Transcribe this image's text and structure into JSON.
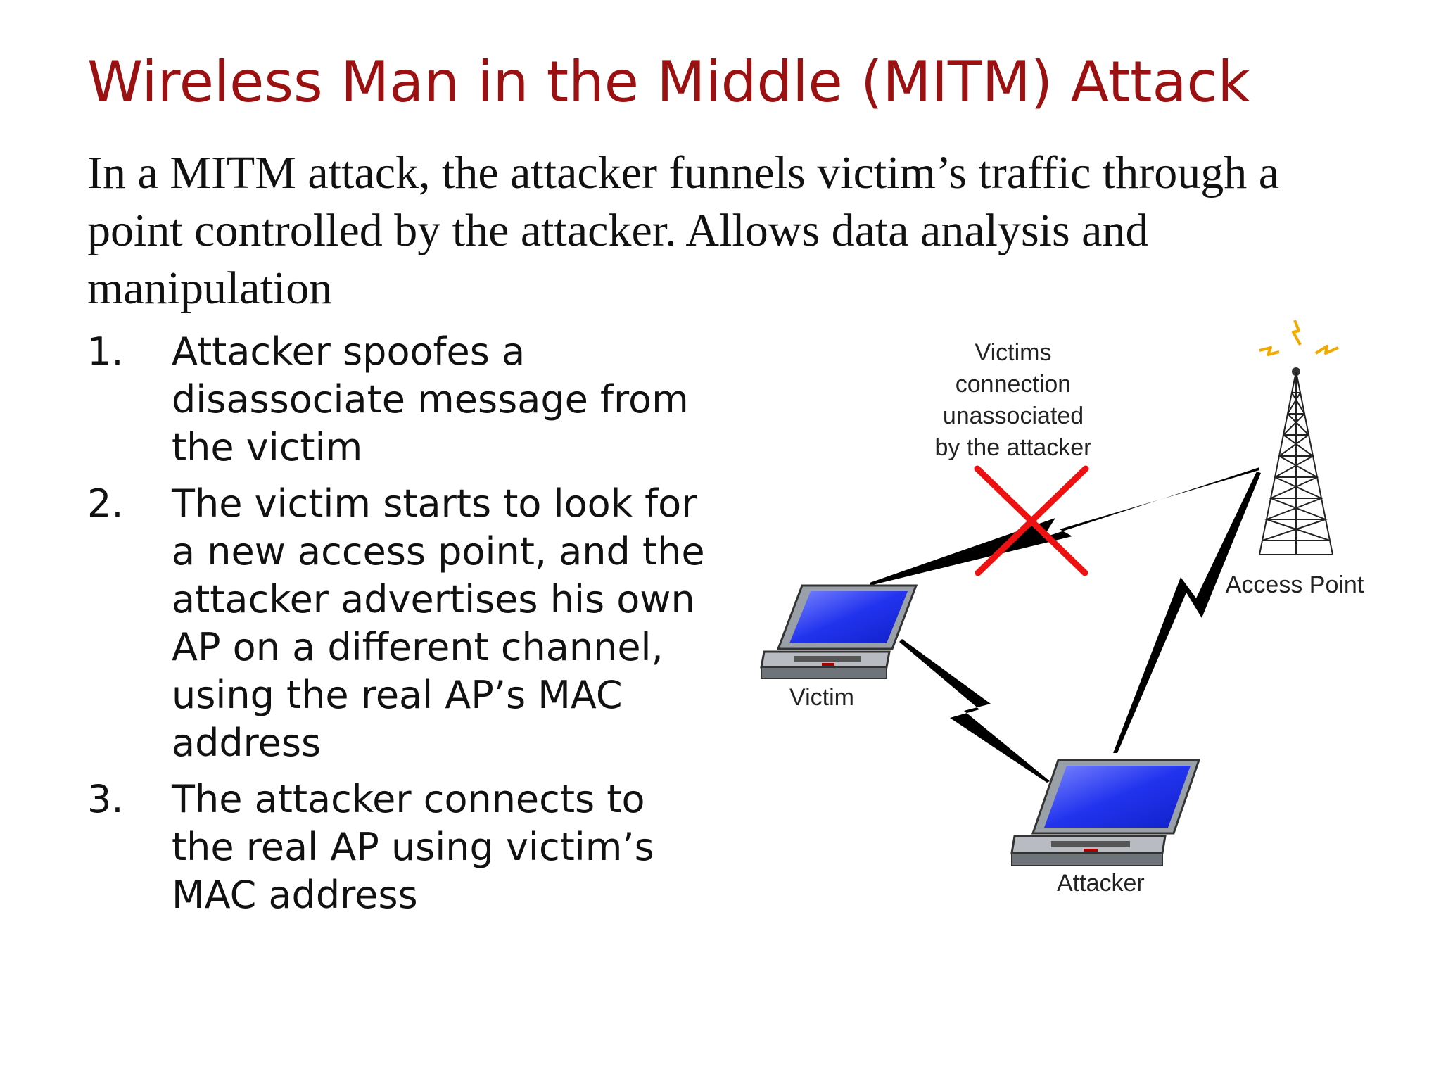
{
  "slide": {
    "title": "Wireless Man in the Middle (MITM) Attack",
    "intro": " In a MITM attack, the attacker funnels victim’s traffic through a point controlled by the attacker. Allows data analysis and manipulation",
    "steps": [
      {
        "num": "1.",
        "text": "Attacker spoofes a disassociate message from the victim"
      },
      {
        "num": "2.",
        "text": "The victim starts to look for a new access point, and the attacker advertises his own AP on a different channel, using the real AP’s MAC address"
      },
      {
        "num": "3.",
        "text": "The attacker connects to the real AP using victim’s MAC address"
      }
    ]
  },
  "diagram": {
    "note_lines": [
      "Victims",
      "connection",
      "unassociated",
      "by the attacker"
    ],
    "access_point_label": "Access Point",
    "victim_label": "Victim",
    "attacker_label": "Attacker",
    "colors": {
      "title": "#9b1111",
      "cross": "#ee1111",
      "screen": "#2233ee",
      "signal": "#f2a900"
    },
    "icons": [
      "tower-icon",
      "laptop-icon",
      "cross-icon",
      "lightning-link-icon"
    ]
  }
}
